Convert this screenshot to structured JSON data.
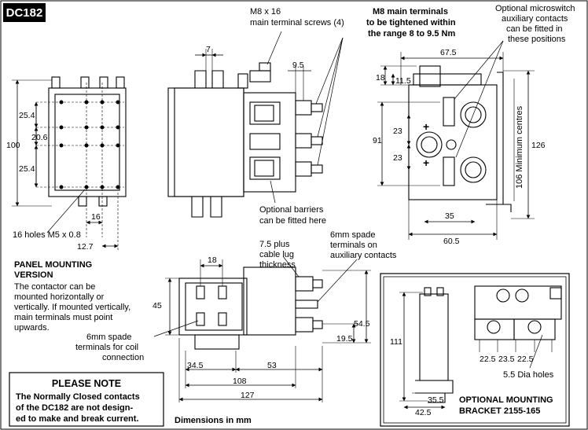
{
  "title": "DC182",
  "dimensions_label": "Dimensions in mm",
  "callouts": {
    "m8_screws": [
      "M8 x 16",
      "main terminal screws (4)"
    ],
    "m8_terminals": [
      "M8 main terminals",
      "to be tightened within",
      "the range 8 to 9.5 Nm"
    ],
    "microswitch": [
      "Optional microswitch",
      "auxiliary contacts",
      "can be fitted in",
      "these positions"
    ],
    "barriers": [
      "Optional barriers",
      "can be fitted here"
    ],
    "holes": "16 holes M5 x 0.8",
    "cable_lug": [
      "7.5 plus",
      "cable lug",
      "thickness"
    ],
    "aux_spade": [
      "6mm spade",
      "terminals on",
      "auxiliary contacts"
    ],
    "coil_spade": [
      "6mm spade",
      "terminals for coil",
      "connection"
    ],
    "min_centres": "106 Minimum centres",
    "dia_holes": "5.5 Dia holes"
  },
  "panel": {
    "heading": [
      "PANEL MOUNTING",
      "VERSION"
    ],
    "body": [
      "The contactor can be",
      "mounted horizontally or",
      "vertically. If mounted vertically,",
      "main terminals must point",
      "upwards."
    ]
  },
  "note": {
    "heading": "PLEASE NOTE",
    "body": [
      "The Normally Closed contacts",
      "of the DC182 are not design-",
      "ed to make and break current."
    ]
  },
  "bracket": {
    "heading": [
      "OPTIONAL MOUNTING",
      "BRACKET 2155-165"
    ]
  },
  "dims": {
    "d100": "100",
    "d25a": "25.4",
    "d206": "20.6",
    "d25b": "25.4",
    "d16": "16",
    "d127a": "12.7",
    "d7": "7",
    "d95": "9.5",
    "d675": "67.5",
    "d18a": "18",
    "d115": "11.5",
    "d91": "91",
    "d23a": "23",
    "d23b": "23",
    "d126": "126",
    "d35": "35",
    "d605": "60.5",
    "d18b": "18",
    "d45": "45",
    "d345": "34.5",
    "d53": "53",
    "d108": "108",
    "d127": "127",
    "d545": "54.5",
    "d195": "19.5",
    "d111": "111",
    "d355": "35.5",
    "d425": "42.5",
    "d225a": "22.5",
    "d235": "23.5",
    "d225b": "22.5"
  }
}
